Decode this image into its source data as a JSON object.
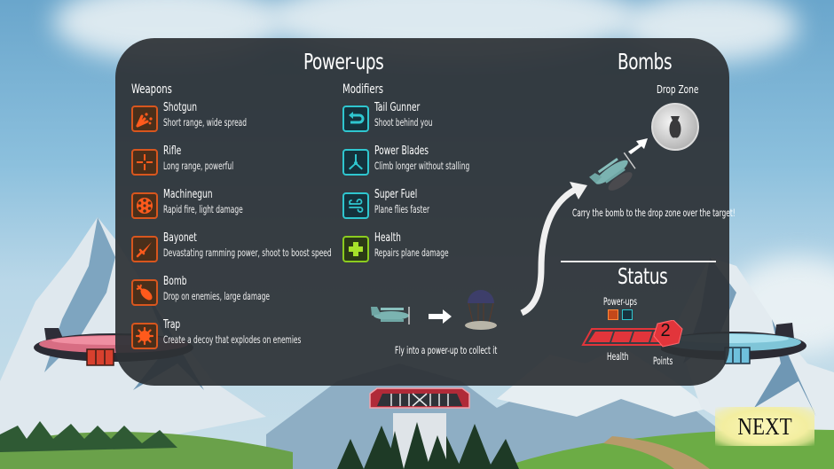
{
  "panel": {
    "powerups_title": "Power-ups",
    "bombs_title": "Bombs",
    "status_title": "Status"
  },
  "weapons": {
    "label": "Weapons",
    "items": [
      {
        "name": "Shotgun",
        "desc": "Short range, wide spread",
        "icon": "shotgun-icon"
      },
      {
        "name": "Rifle",
        "desc": "Long range, powerful",
        "icon": "crosshair-icon"
      },
      {
        "name": "Machinegun",
        "desc": "Rapid fire, light damage",
        "icon": "ammo-drum-icon"
      },
      {
        "name": "Bayonet",
        "desc": "Devastating ramming power, shoot to boost speed",
        "icon": "blade-icon"
      },
      {
        "name": "Bomb",
        "desc": "Drop on enemies, large damage",
        "icon": "bomb-icon"
      },
      {
        "name": "Trap",
        "desc": "Create a decoy that explodes on enemies",
        "icon": "mine-icon"
      }
    ]
  },
  "modifiers": {
    "label": "Modifiers",
    "items": [
      {
        "name": "Tail Gunner",
        "desc": "Shoot behind you",
        "icon": "u-turn-arrow-icon"
      },
      {
        "name": "Power Blades",
        "desc": "Climb longer without stalling",
        "icon": "propeller-icon"
      },
      {
        "name": "Super Fuel",
        "desc": "Plane flies faster",
        "icon": "wind-icon"
      },
      {
        "name": "Health",
        "desc": "Repairs plane damage",
        "icon": "plus-icon"
      }
    ]
  },
  "collect": {
    "caption": "Fly into a power-up to collect it"
  },
  "bombs": {
    "drop_zone_label": "Drop Zone",
    "caption": "Carry the bomb to the drop zone over the target!"
  },
  "status": {
    "powerups_label": "Power-ups",
    "health_label": "Health",
    "points_label": "Points",
    "points_value": "2",
    "health_segments": 4,
    "active_powerups": [
      "shotgun-icon",
      "propeller-icon"
    ]
  },
  "next_button": {
    "label": "NEXT"
  },
  "colors": {
    "weapon_accent": "#d8561e",
    "modifier_accent": "#2fc6cf",
    "health_accent": "#8bcc1f",
    "health_bar": "#e2353b",
    "panel_bg": "#2d3236",
    "next_bg": "#f3eea0"
  }
}
